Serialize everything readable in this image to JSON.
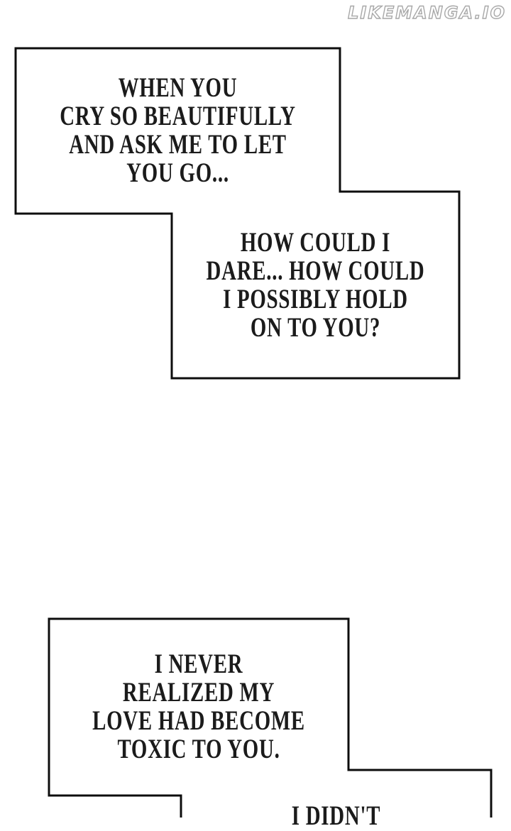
{
  "watermark": {
    "text": "LIKEMANGA.IO",
    "outline_color": "#a8a8a8",
    "fill_color": "#ffffff"
  },
  "colors": {
    "background": "#ffffff",
    "panel_fill": "#ffffff",
    "panel_border": "#0d0d0d",
    "text": "#1b1b1b"
  },
  "bubbles": [
    {
      "id": "bubble-1",
      "lines": [
        "WHEN YOU",
        "CRY SO BEAUTIFULLY",
        "AND ASK ME TO LET",
        "YOU GO..."
      ]
    },
    {
      "id": "bubble-2",
      "lines": [
        "HOW COULD I",
        "DARE... HOW COULD",
        "I POSSIBLY HOLD",
        "ON TO YOU?"
      ]
    },
    {
      "id": "bubble-3",
      "lines": [
        "I NEVER",
        "REALIZED MY",
        "LOVE HAD BECOME",
        "TOXIC TO YOU."
      ]
    },
    {
      "id": "bubble-4",
      "lines": [
        "I DIDN'T"
      ]
    }
  ]
}
